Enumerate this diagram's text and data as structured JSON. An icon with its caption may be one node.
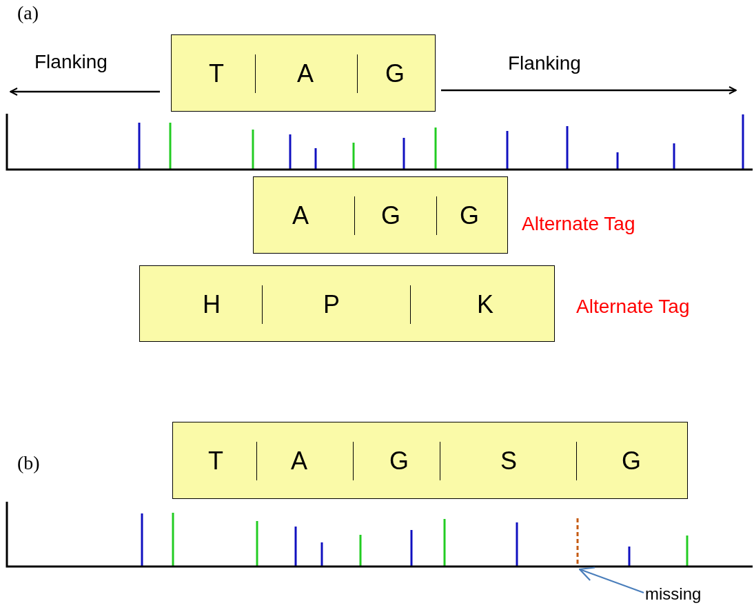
{
  "diagram": {
    "nodes": [
      {
        "text": [
          "T",
          "A",
          "G"
        ]
      },
      {
        "text": [
          "A",
          "G",
          "G"
        ]
      },
      {
        "text": [
          "H",
          "P",
          "K"
        ]
      },
      {
        "text": [
          "T",
          "A",
          "G",
          "S",
          "G"
        ]
      },
      {
        "text": [
          "missing"
        ]
      },
      {
        "text": [],
        "shape": "bar"
      }
    ],
    "edges": [
      {
        "from": 4,
        "to": 5,
        "arrow": "to"
      }
    ],
    "labels": [
      "(a)",
      "Flanking",
      "Flanking",
      "Alternate Tag",
      "Alternate Tag",
      "(b)"
    ]
  }
}
